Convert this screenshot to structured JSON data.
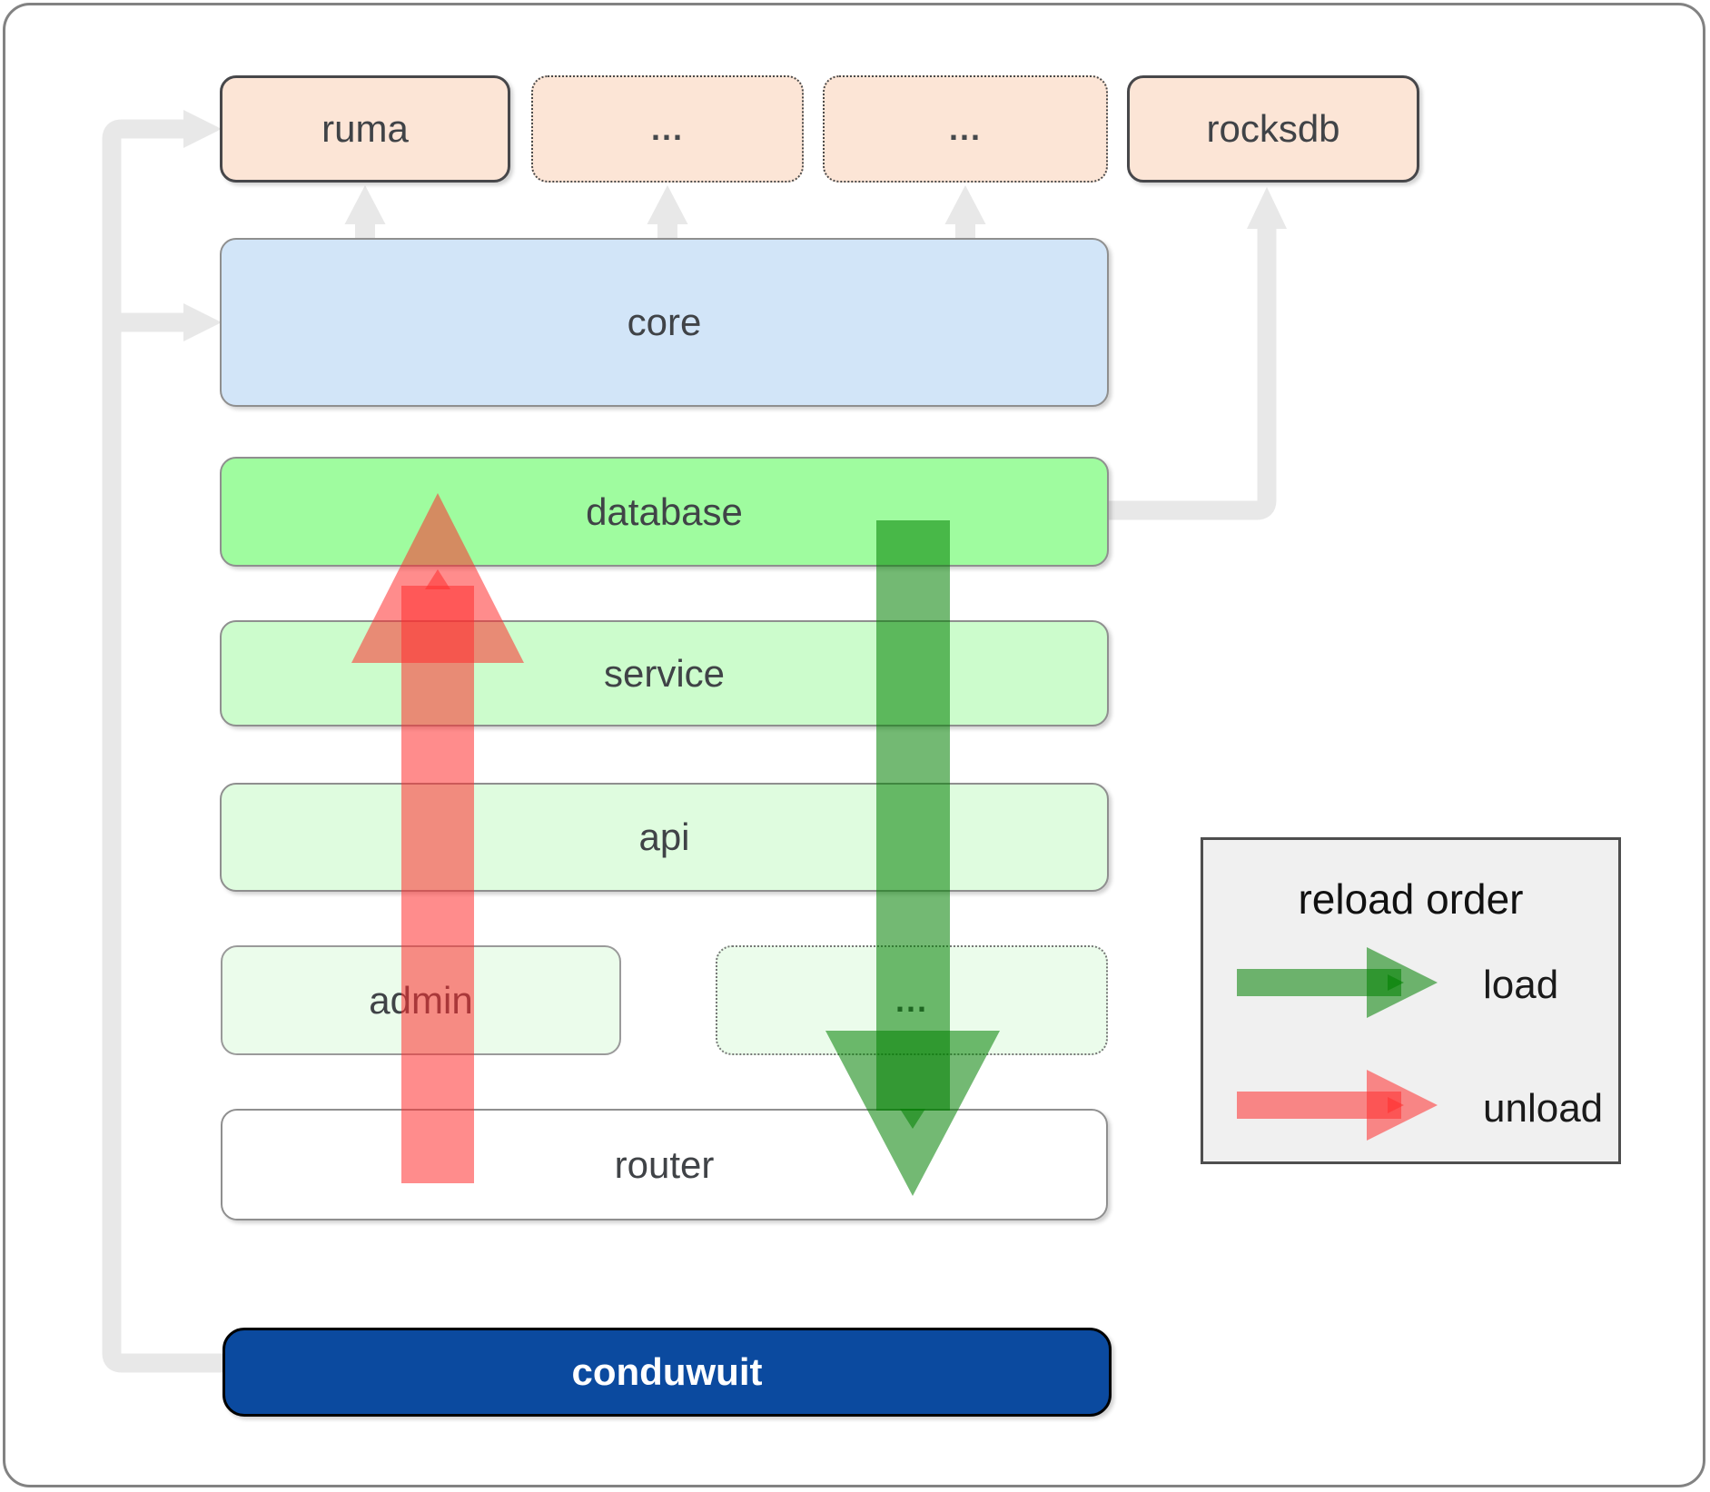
{
  "diagram": {
    "boxes": {
      "ruma": "ruma",
      "modules_top_1": "...",
      "modules_top_2": "...",
      "rocksdb": "rocksdb",
      "core": "core",
      "database": "database",
      "service": "service",
      "api": "api",
      "admin": "admin",
      "modules_admin": "...",
      "router": "router",
      "conduwuit": "conduwuit"
    },
    "legend": {
      "title": "reload order",
      "load_label": "load",
      "unload_label": "unload"
    },
    "colors": {
      "load_arrow": "rgba(0,128,0,0.55)",
      "unload_arrow": "rgba(255,45,45,0.55)",
      "connector_gray": "#e8e8e8",
      "box_peach": "#fce5d6",
      "box_core_blue": "#d2e5f8",
      "box_database_green": "#9ffc9f",
      "box_service_green": "#ccfccc",
      "box_api_green": "#dffcdf",
      "box_admin_green": "#ebfceb",
      "box_router_white": "#ffffff",
      "box_conduwuit_navy": "#0b4a9f",
      "legend_bg": "#f0f0f0",
      "text_dark": "#404347"
    }
  }
}
